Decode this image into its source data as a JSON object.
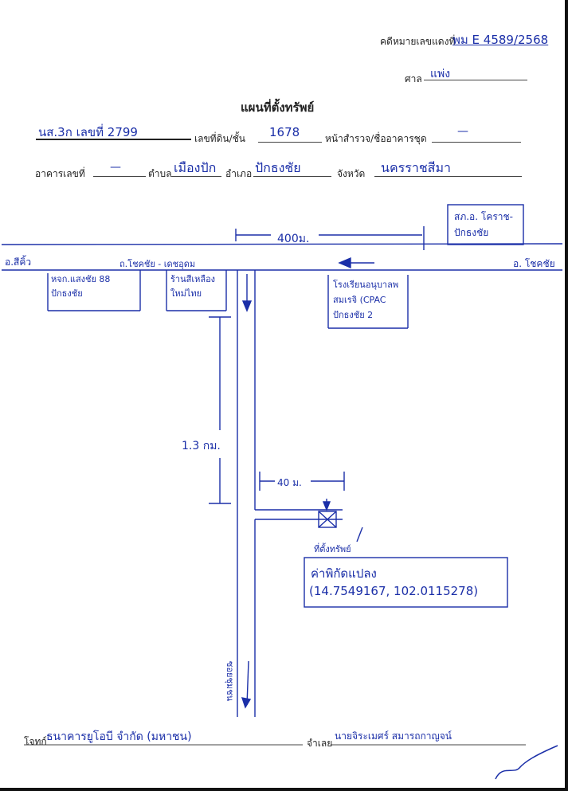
{
  "header": {
    "case_label": "คดีหมายเลขแดงที่",
    "case_number": "พม E 4589/2568",
    "court_label": "ศาล",
    "court_name": "แพ่ง"
  },
  "title": "แผนที่ตั้งทรัพย์",
  "deed": {
    "deed_value": "นส.3ก เลขที่ 2799",
    "land_no_label": "เลขที่ดิน/ชั้น",
    "land_no": "1678",
    "survey_label": "หน้าสำรวจ/ชื่ออาคารชุด",
    "survey_value": "—"
  },
  "location": {
    "building_label": "อาคารเลขที่",
    "building_value": "—",
    "subdistrict_label": "ตำบล",
    "subdistrict": "เมืองปัก",
    "district_label": "อำเภอ",
    "district": "ปักธงชัย",
    "province_label": "จังหวัด",
    "province": "นครราชสีมา"
  },
  "map": {
    "police_box": "สภ.อ. โคราช-ปักธงชัย",
    "distance_top": "400ม.",
    "road_left": "อ.สีคิ้ว",
    "road_name": "ถ.โชคชัย - เดชอุดม",
    "road_right": "อ. โชคชัย",
    "shop_1": "หจก.แสงชัย 88 ปักธงชัย",
    "shop_2": "ร้านสีเหลืองใหม่ไทย",
    "school": "โรงเรียนอนุบาลพสมเรจิ (CPAC ปักธงชัย 2",
    "distance_side": "1.3 กม.",
    "distance_small": "40 ม.",
    "property_label": "ที่ตั้งทรัพย์",
    "coord_label": "ค่าพิกัดแปลง",
    "coord_value": "(14.7549167, 102.0115278)",
    "lane": "ซอยชุมชน"
  },
  "footer": {
    "plaintiff_label": "โจทก์",
    "plaintiff": "ธนาคารยูโอบี จำกัด (มหาชน)",
    "defendant_label": "จำเลย",
    "defendant": "นายจิระเมศร์ สมารถกาญจน์"
  },
  "colors": {
    "ink": "#1b2fa8",
    "print": "#222222"
  }
}
